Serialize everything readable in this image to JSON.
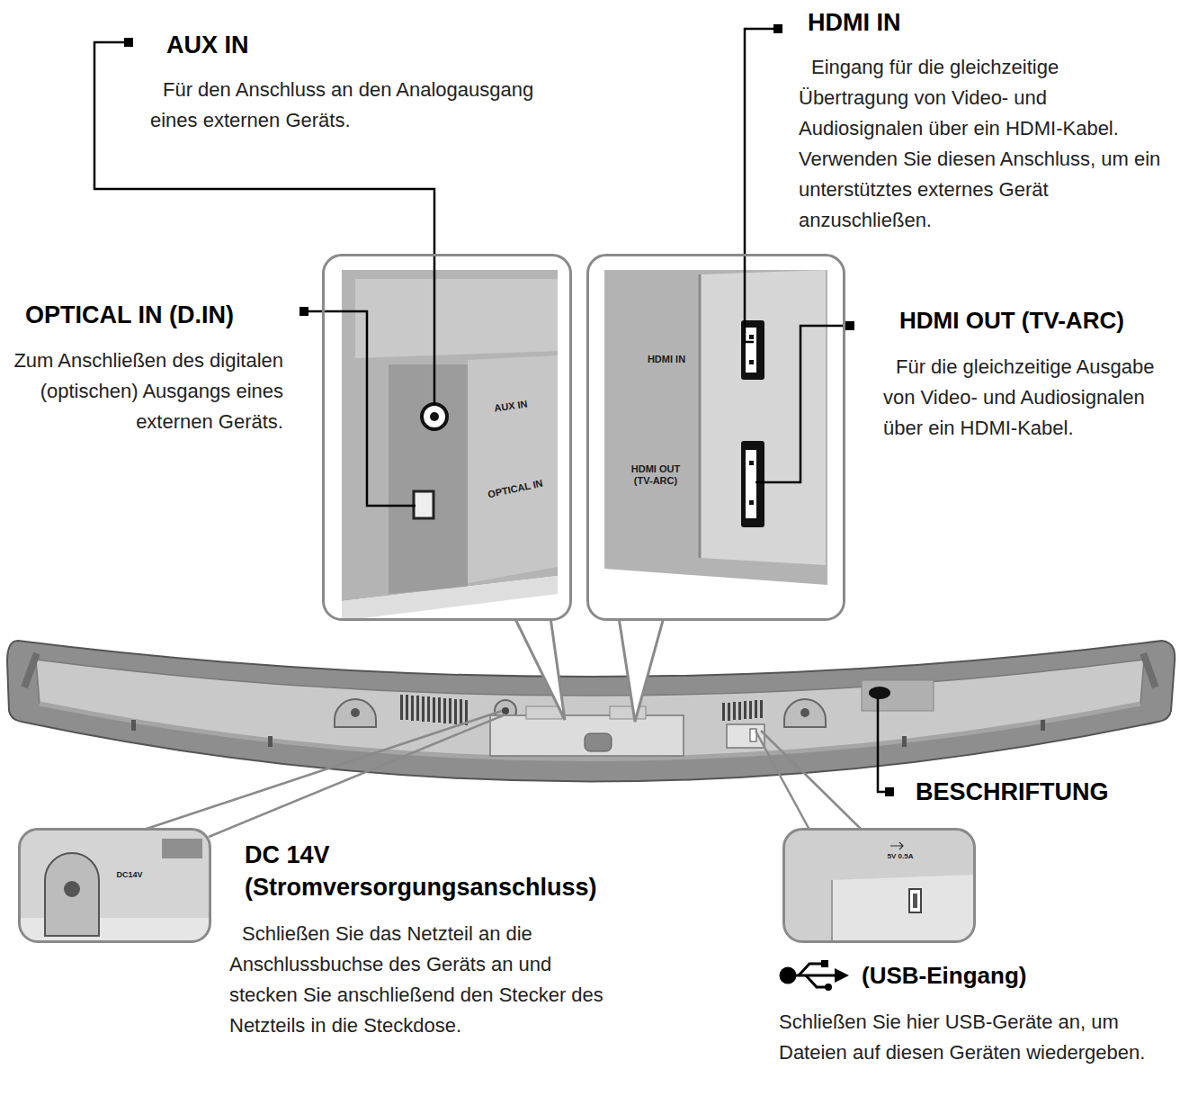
{
  "diagram": {
    "nodes": [
      {
        "text": [
          "AUX IN",
          "OPTICAL IN"
        ]
      },
      {
        "text": [
          "HDMI IN",
          "HDMI OUT (TV-ARC)"
        ]
      },
      {
        "text": [
          "DC14V"
        ]
      },
      {
        "text": [
          "5V 0.5A"
        ]
      }
    ],
    "labels": [
      "AUX IN",
      "Für den Anschluss an den Analogausgang eines externen Geräts.",
      "HDMI IN",
      "Eingang für die gleichzeitige Übertragung von Video- und Audiosignalen über ein HDMI-Kabel. Verwenden Sie diesen Anschluss, um ein unterstütztes externes Gerät anzuschließen.",
      "OPTICAL IN (D.IN)",
      "Zum Anschließen des digitalen (optischen) Ausgangs eines externen Geräts.",
      "HDMI OUT (TV-ARC)",
      "Für die gleichzeitige Ausgabe von Video- und Audiosignalen über ein HDMI-Kabel.",
      "BESCHRIFTUNG",
      "DC 14V (Stromversorgungsanschluss)",
      "Schließen Sie das Netzteil an die Anschlussbuchse des Geräts an und stecken Sie anschließend den Stecker des Netzteils in die Steckdose.",
      "(USB-Eingang)",
      "Schließen Sie hier USB-Geräte an, um Dateien auf diesen Geräten wiedergeben."
    ]
  }
}
